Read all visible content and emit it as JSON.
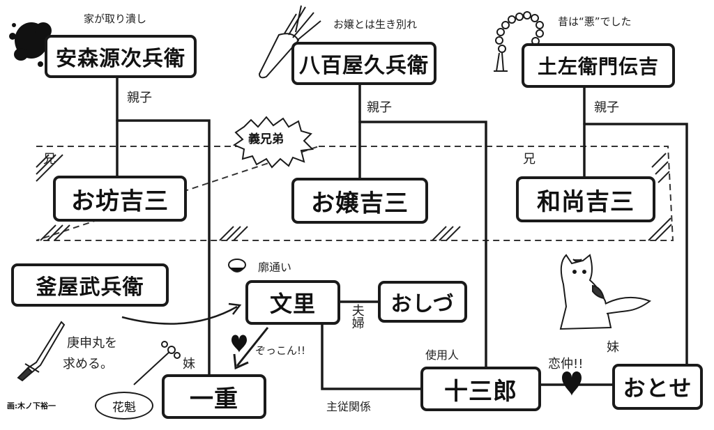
{
  "credit": "画:木ノ下裕一",
  "group_label": "義兄弟",
  "nodes": {
    "yasumori": "安森源次兵衛",
    "yaoya": "八百屋久兵衛",
    "tosaemon": "土左衛門伝吉",
    "obo": "お坊吉三",
    "ojo": "お嬢吉三",
    "osho": "和尚吉三",
    "kamaya": "釜屋武兵衛",
    "bunri": "文里",
    "oshizu": "おしづ",
    "hitoe": "一重",
    "jusaburo": "十三郎",
    "otose": "おとせ"
  },
  "annotations": {
    "yasumori_note": "家が取り潰し",
    "yaoya_note": "お嬢とは生き別れ",
    "tosaemon_note": "昔は“悪”でした",
    "obo_brother": "兄",
    "osho_brother": "兄",
    "kuruwa": "廓通い",
    "kamaya_note1": "庚申丸を",
    "kamaya_note2": "求める。",
    "hitoe_sister": "妹",
    "otose_sister": "妹",
    "zokkon": "ぞっこん!!",
    "koigaku": "恋仲!!",
    "shiyonin": "使用人",
    "oiran": "花魁"
  },
  "relations": {
    "oyako1": "親子",
    "oyako2": "親子",
    "oyako3": "親子",
    "fuufu": "夫婦",
    "shujuu": "主従関係"
  }
}
